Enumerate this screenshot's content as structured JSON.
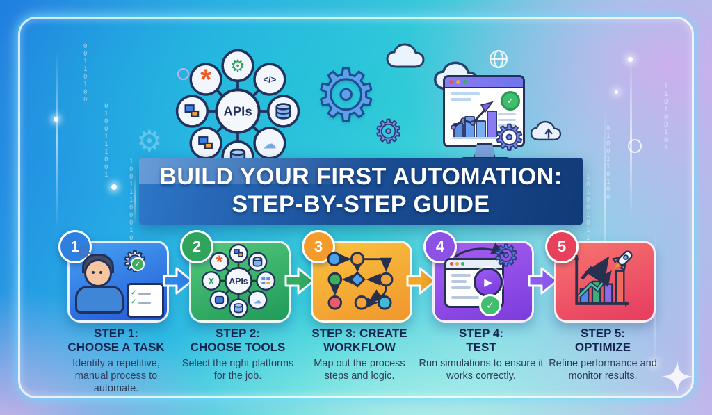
{
  "title": {
    "lines": [
      "BUILD YOUR FIRST AUTOMATION:",
      "STEP-BY-STEP GUIDE"
    ]
  },
  "hero": {
    "hub_label": "APIs",
    "glyphs": {
      "gear": "⚙",
      "cloud": "☁",
      "code": "</>",
      "asterisk": "*",
      "check": "✓",
      "play": "▶",
      "excel": "X"
    }
  },
  "steps": [
    {
      "number": "1",
      "badge_color": "#2e7fe0",
      "card_colors": [
        "#47a3f2",
        "#2356d8"
      ],
      "arrow_color": "#2e86e8",
      "heading_lines": [
        "STEP 1:",
        "CHOOSE A TASK"
      ],
      "description": "Identify a repetitive, manual process to automate."
    },
    {
      "number": "2",
      "badge_color": "#2fa45c",
      "card_colors": [
        "#55c97d",
        "#1f9a58"
      ],
      "arrow_color": "#35ab62",
      "hub_label": "APIs",
      "heading_lines": [
        "STEP 2:",
        "CHOOSE TOOLS"
      ],
      "description": "Select the right platforms for the job."
    },
    {
      "number": "3",
      "badge_color": "#f49b2b",
      "card_colors": [
        "#fac33f",
        "#f0962c"
      ],
      "arrow_color": "#f5a623",
      "heading_lines": [
        "STEP 3: CREATE",
        "WORKFLOW"
      ],
      "description": "Map out the process steps and logic."
    },
    {
      "number": "4",
      "badge_color": "#8c52e5",
      "card_colors": [
        "#a860f2",
        "#7b3bdc"
      ],
      "arrow_color": "#8c5cf0",
      "heading_lines": [
        "STEP 4:",
        "TEST"
      ],
      "description": "Run simulations to ensure it works correctly."
    },
    {
      "number": "5",
      "badge_color": "#e8415c",
      "card_colors": [
        "#f7766f",
        "#e63a60"
      ],
      "arrow_color": null,
      "heading_lines": [
        "STEP 5:",
        "OPTIMIZE"
      ],
      "description": "Refine performance and monitor results."
    }
  ],
  "decor": {
    "binary": [
      "0100111001",
      "1001110001011",
      "00110100",
      "101001011010",
      "0100110100",
      "110100101"
    ]
  }
}
